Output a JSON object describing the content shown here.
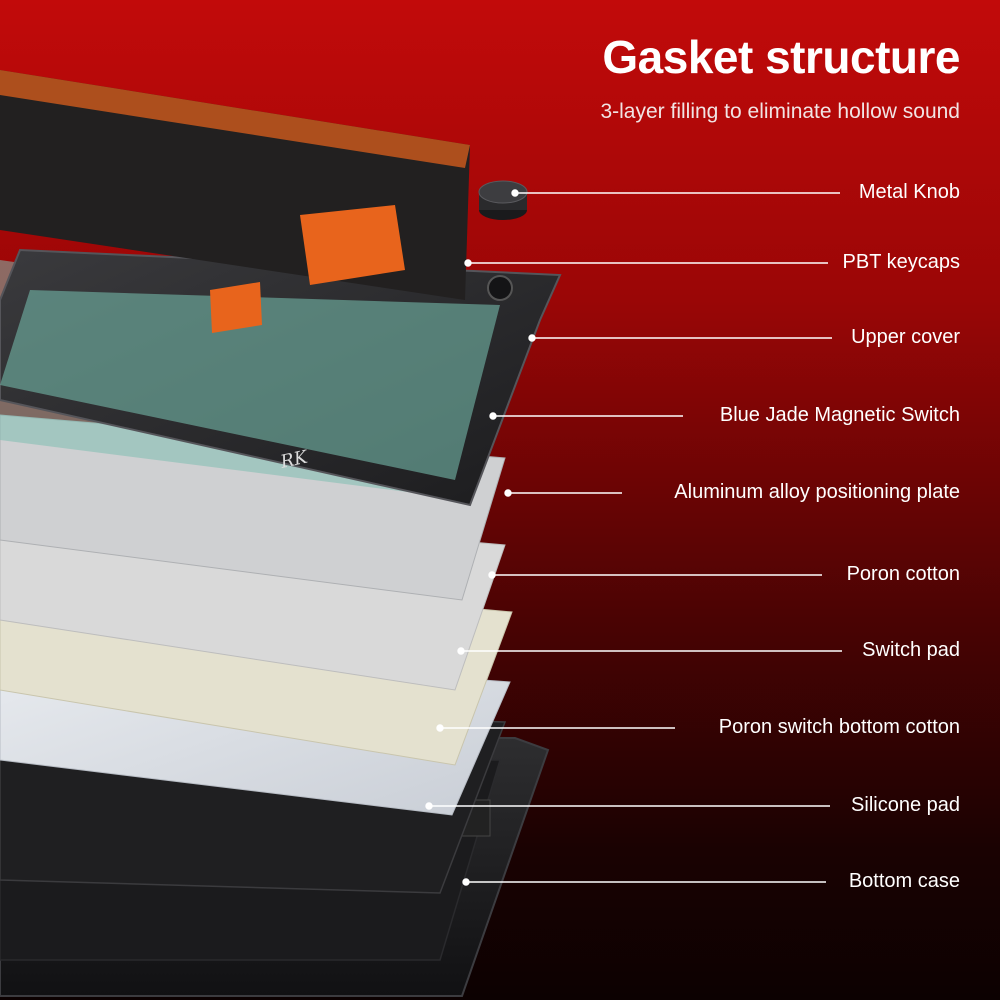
{
  "title": "Gasket structure",
  "subtitle": "3-layer filling to eliminate hollow sound",
  "brand_badge": "RK",
  "colors": {
    "background_top": "#c20a0a",
    "background_bottom": "#0c0101",
    "keycap_orange": "#e8641c",
    "keycap_dark": "#1e1a1a",
    "switch_blue": "#a8cde0",
    "upper_cover": "#2a2a2c"
  },
  "layers": [
    {
      "name": "Metal Knob",
      "icon": "knob-icon"
    },
    {
      "name": "PBT keycaps",
      "icon": "keycap-icon"
    },
    {
      "name": "Upper cover",
      "icon": "frame-icon"
    },
    {
      "name": "Blue Jade Magnetic Switch",
      "icon": "switch-icon"
    },
    {
      "name": "Aluminum alloy positioning plate",
      "icon": "plate-icon"
    },
    {
      "name": "Poron cotton",
      "icon": "foam-icon"
    },
    {
      "name": "Switch pad",
      "icon": "pad-icon"
    },
    {
      "name": "Poron switch bottom cotton",
      "icon": "foam-icon"
    },
    {
      "name": "Silicone pad",
      "icon": "pad-icon"
    },
    {
      "name": "Bottom case",
      "icon": "case-icon"
    }
  ]
}
